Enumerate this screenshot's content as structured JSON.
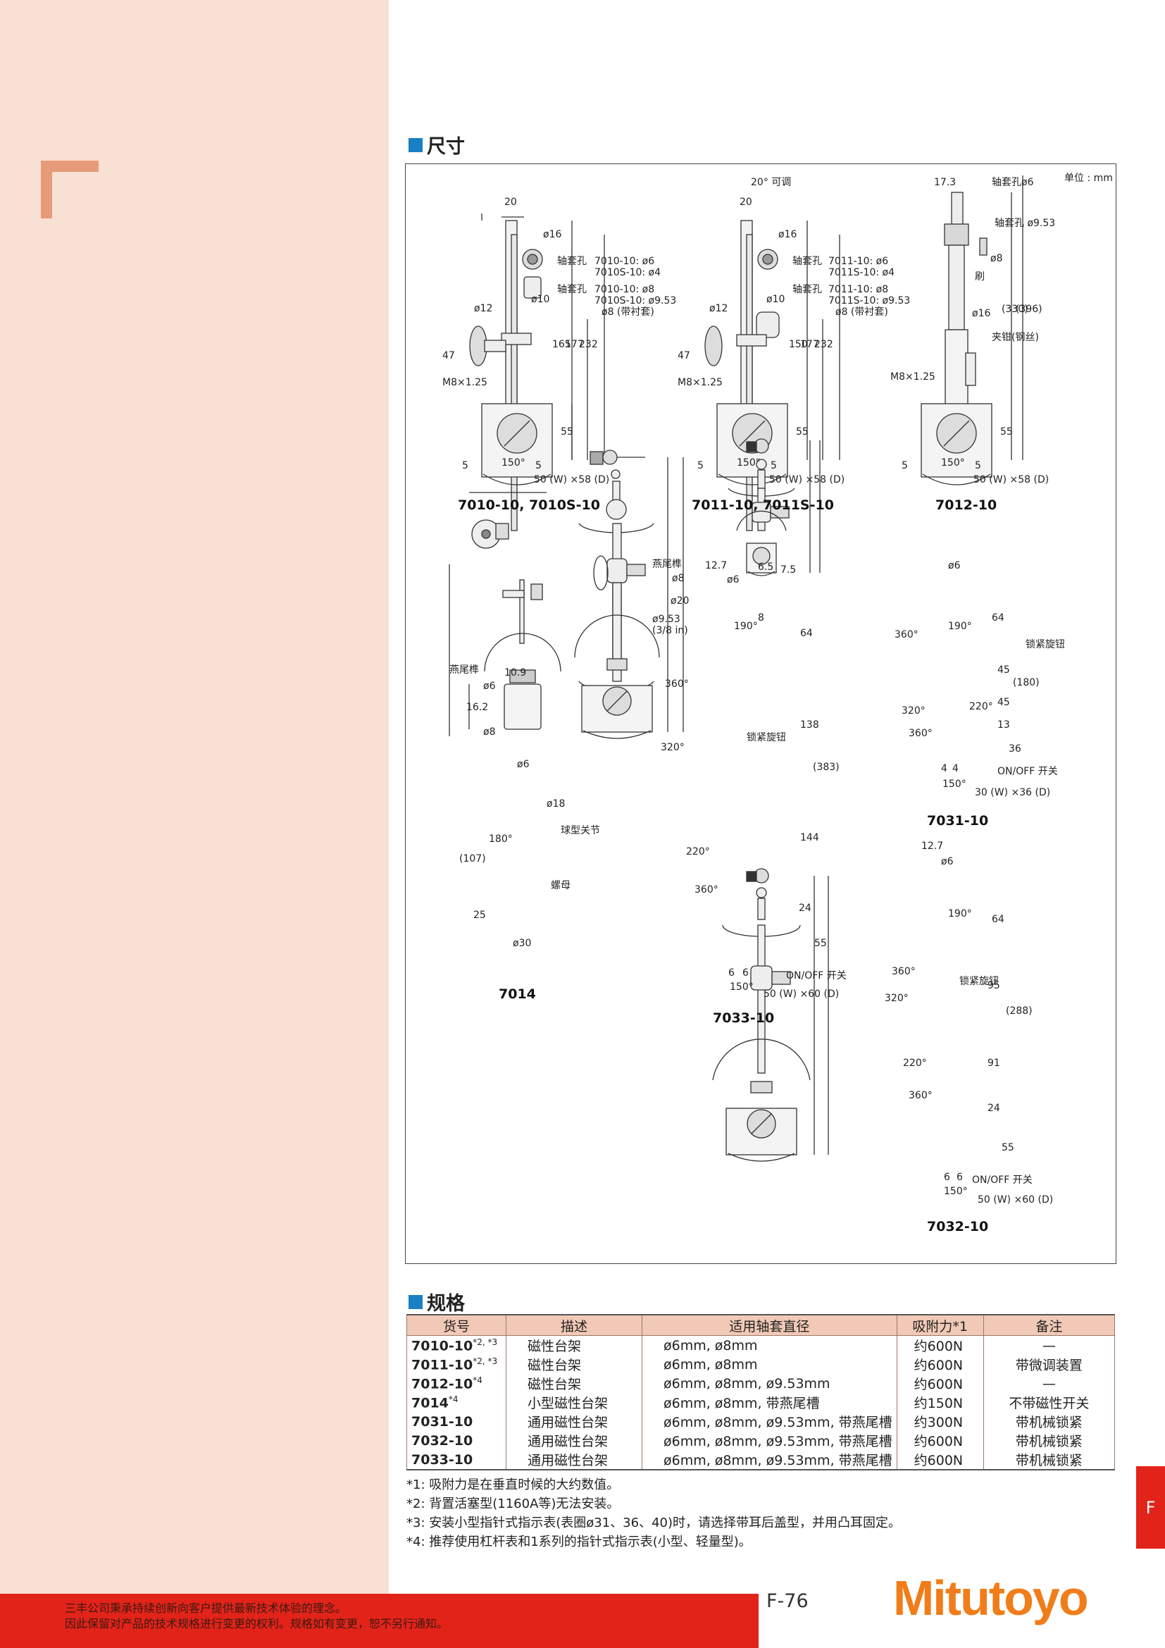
{
  "sections": {
    "dimensions_title": "尺寸",
    "specs_title": "规格"
  },
  "drawing": {
    "unit": "单位 : mm",
    "fig1": {
      "model": "7010-10, 7010S-10",
      "d20": "20",
      "d_phi16": "ø16",
      "sleeve1": "轴套孔",
      "sleeve1_a": "7010-10:  ø6",
      "sleeve1_b": "7010S-10: ø4",
      "sleeve2": "轴套孔",
      "sleeve2_a": "7010-10:  ø8",
      "sleeve2_b": "7010S-10: ø9.53",
      "bushing": "ø8 (带衬套)",
      "d_phi12": "ø12",
      "d_phi10": "ø10",
      "d47": "47",
      "thread": "M8×1.25",
      "d165": "165",
      "d177": "177",
      "d232": "232",
      "d55": "55",
      "d5a": "5",
      "angle": "150°",
      "d5b": "5",
      "base": "50 (W) ×58 (D)"
    },
    "fig2": {
      "model": "7011-10, 7011S-10",
      "adj": "20° 可调",
      "d20": "20",
      "d_phi16": "ø16",
      "sleeve1": "轴套孔",
      "sleeve1_a": "7011-10:  ø6",
      "sleeve1_b": "7011S-10: ø4",
      "sleeve2": "轴套孔",
      "sleeve2_a": "7011-10:  ø8",
      "sleeve2_b": "7011S-10: ø9.53",
      "bushing": "ø8 (带衬套)",
      "d_phi12": "ø12",
      "d_phi10": "ø10",
      "d47": "47",
      "thread": "M8×1.25",
      "d150": "150",
      "d177": "177",
      "d232": "232",
      "d55": "55",
      "d5a": "5",
      "angle": "150°",
      "d5b": "5",
      "base": "50 (W) ×58 (D)"
    },
    "fig3": {
      "model": "7012-10",
      "d17_3": "17.3",
      "sleeve1": "轴套孔ø6",
      "sleeve2": "轴套孔 ø9.53",
      "d_phi8": "ø8",
      "brush": "刷",
      "d_phi16": "ø16",
      "d330": "(330)",
      "d396": "(396)",
      "clamp": "夹钳(钢丝)",
      "thread": "M8×1.25",
      "d55": "55",
      "d5a": "5",
      "angle": "150°",
      "d5b": "5",
      "base": "50 (W) ×58 (D)"
    },
    "fig4": {
      "model": "7014",
      "dovetail": "燕尾榫",
      "d10_9": "10.9",
      "d_phi6": "ø6",
      "d16_2": "16.2",
      "d_phi8": "ø8",
      "d_phi6b": "ø6",
      "d_phi18": "ø18",
      "ball": "球型关节",
      "d180": "180°",
      "d107": "(107)",
      "nut": "螺母",
      "d25": "25",
      "d_phi30": "ø30"
    },
    "fig5": {
      "model": "7033-10",
      "dovetail": "燕尾榫",
      "d12_7": "12.7",
      "d6_5": "6.5",
      "d7_5": "7.5",
      "d_phi8": "ø8",
      "d_phi6": "ø6",
      "d_phi20": "ø20",
      "d8": "8",
      "d_phi953": "ø9.53",
      "d38in": "(3/8 in)",
      "d190": "190°",
      "d64": "64",
      "d360a": "360°",
      "d138": "138",
      "lock": "锁紧旋钮",
      "d320": "320°",
      "d383": "(383)",
      "d220": "220°",
      "d144": "144",
      "d360b": "360°",
      "d24": "24",
      "d55": "55",
      "onoff": "ON/OFF 开关",
      "d6a": "6",
      "d6b": "6",
      "angle": "150°",
      "base": "50 (W) ×60 (D)"
    },
    "fig6": {
      "model": "7031-10",
      "d_phi6": "ø6",
      "d190": "190°",
      "d64": "64",
      "d360a": "360°",
      "lock": "锁紧旋钮",
      "d45a": "45",
      "d45b": "45",
      "d180": "(180)",
      "d320": "320°",
      "d220": "220°",
      "d360b": "360°",
      "d13": "13",
      "d36": "36",
      "d4a": "4",
      "d4b": "4",
      "onoff": "ON/OFF 开关",
      "angle": "150°",
      "base": "30 (W) ×36 (D)"
    },
    "fig7": {
      "model": "7032-10",
      "d12_7": "12.7",
      "d_phi6": "ø6",
      "d190": "190°",
      "d64": "64",
      "d360a": "360°",
      "lock": "锁紧旋钮",
      "d320": "320°",
      "d95": "95",
      "d288": "(288)",
      "d220": "220°",
      "d91": "91",
      "d360b": "360°",
      "d24": "24",
      "d55": "55",
      "onoff": "ON/OFF 开关",
      "d6a": "6",
      "d6b": "6",
      "angle": "150°",
      "base": "50 (W) ×60 (D)"
    }
  },
  "table": {
    "headers": [
      "货号",
      "描述",
      "适用轴套直径",
      "吸附力*1",
      "备注"
    ],
    "rows": [
      {
        "model": "7010-10",
        "mark": "*2, *3",
        "desc": "磁性台架",
        "dia": "ø6mm, ø8mm",
        "force": "约600N",
        "note": "—"
      },
      {
        "model": "7011-10",
        "mark": "*2, *3",
        "desc": "磁性台架",
        "dia": "ø6mm, ø8mm",
        "force": "约600N",
        "note": "带微调装置"
      },
      {
        "model": "7012-10",
        "mark": "*4",
        "desc": "磁性台架",
        "dia": "ø6mm, ø8mm, ø9.53mm",
        "force": "约600N",
        "note": "—"
      },
      {
        "model": "7014",
        "mark": "*4",
        "desc": "小型磁性台架",
        "dia": "ø6mm, ø8mm, 带燕尾槽",
        "force": "约150N",
        "note": "不带磁性开关"
      },
      {
        "model": "7031-10",
        "mark": "",
        "desc": "通用磁性台架",
        "dia": "ø6mm, ø8mm, ø9.53mm, 带燕尾槽",
        "force": "约300N",
        "note": "带机械锁紧"
      },
      {
        "model": "7032-10",
        "mark": "",
        "desc": "通用磁性台架",
        "dia": "ø6mm, ø8mm, ø9.53mm, 带燕尾槽",
        "force": "约600N",
        "note": "带机械锁紧"
      },
      {
        "model": "7033-10",
        "mark": "",
        "desc": "通用磁性台架",
        "dia": "ø6mm, ø8mm, ø9.53mm, 带燕尾槽",
        "force": "约600N",
        "note": "带机械锁紧"
      }
    ]
  },
  "notes": [
    "*1: 吸附力是在垂直时候的大约数值。",
    "*2: 背置活塞型(1160A等)无法安装。",
    "*3: 安装小型指针式指示表(表圈ø31、36、40)时，请选择带耳后盖型，并用凸耳固定。",
    "*4: 推荐使用杠杆表和1系列的指针式指示表(小型、轻量型)。"
  ],
  "side_tab": "F",
  "footer": {
    "line1": "三丰公司秉承持续创新向客户提供最新技术体验的理念。",
    "line2": "因此保留对产品的技术规格进行变更的权利。规格如有变更，恕不另行通知。",
    "page": "F-76",
    "brand": "Mitutoyo"
  }
}
